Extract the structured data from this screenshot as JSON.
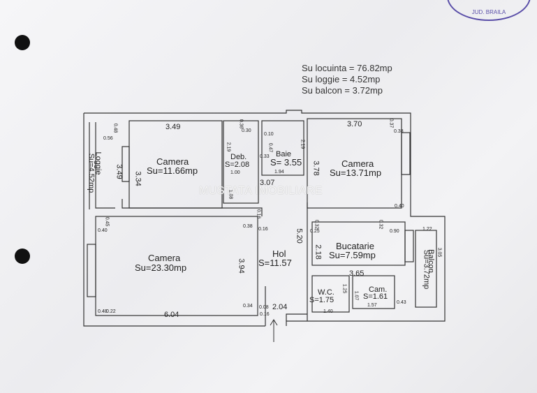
{
  "stamp_text": "JUD. BRAILA",
  "summary": {
    "locuinta": "Su locuinta = 76.82mp",
    "loggie": "Su loggie = 4.52mp",
    "balcon": "Su balcon = 3.72mp"
  },
  "watermark": "MUSTATA IMOBILIARE",
  "rooms": {
    "camera1_name": "Camera",
    "camera1_area": "Su=11.66mp",
    "deb_name": "Deb.",
    "deb_area": "S=2.08",
    "baie_name": "Baie",
    "baie_area": "S= 3.55",
    "camera2_name": "Camera",
    "camera2_area": "Su=13.71mp",
    "camera3_name": "Camera",
    "camera3_area": "Su=23.30mp",
    "hol_name": "Hol",
    "hol_area": "S=11.57",
    "bucatarie_name": "Bucatarie",
    "bucatarie_area": "Su=7.59mp",
    "wc_name": "W.C.",
    "wc_area": "S=1.75",
    "cam_name": "Cam.",
    "cam_area": "S=1.61",
    "loggie_name": "Loggie",
    "loggie_area": "Su=4.52mp",
    "balcon_name": "Balcon",
    "balcon_area": "Su=3.72mp"
  },
  "dims": {
    "d349": "3.49",
    "d370": "3.70",
    "d334": "3.34",
    "d349v": "3.49",
    "d378": "3.78",
    "d219a": "2.19",
    "d219b": "2.19",
    "d100": "1.00",
    "d194": "1.94",
    "d307": "3.07",
    "d108": "1.08",
    "d520": "5.20",
    "d218": "2.18",
    "d394": "3.94",
    "d604": "6.04",
    "d204": "2.04",
    "d365": "3.65",
    "d140": "1.40",
    "d157": "1.57",
    "d122": "1.22",
    "d305": "3.05",
    "d107": "1.07",
    "d125": "1.25",
    "s048": "0.48",
    "s056": "0.56",
    "s030": "0.30",
    "s036": "0.36",
    "s010": "0.10",
    "s047": "0.47",
    "s033": "0.33",
    "s037": "0.37",
    "s038": "0.38",
    "s040": "0.40",
    "s045": "0.45",
    "s016": "0.16",
    "s025": "0.25",
    "s032": "0.32",
    "s090": "0.90",
    "s022": "0.22",
    "s034": "0.34",
    "s008": "0.08",
    "s043": "0.43"
  }
}
